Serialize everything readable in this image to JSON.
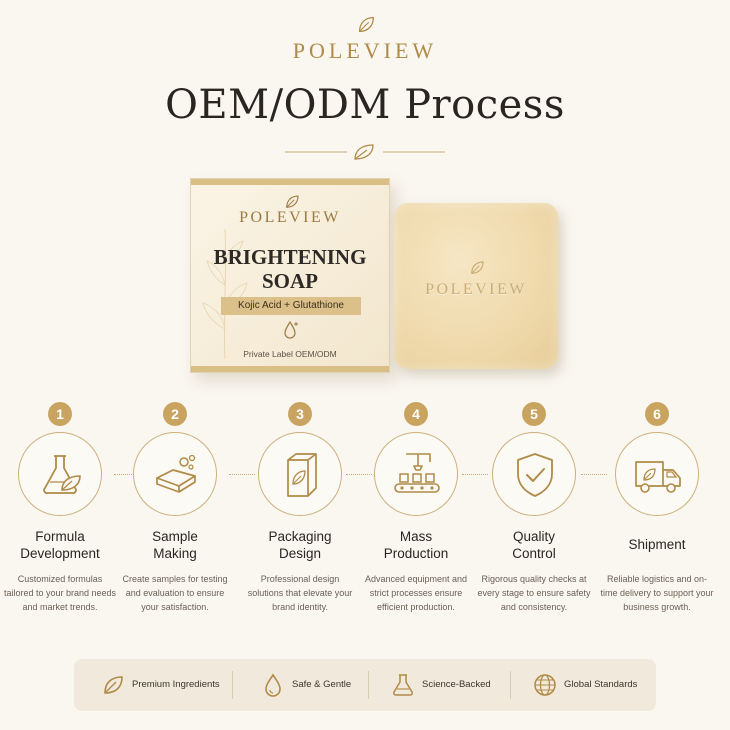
{
  "header": {
    "brand": "POLEVIEW",
    "title": "OEM/ODM Process"
  },
  "product": {
    "box": {
      "brand": "POLEVIEW",
      "name_line1": "BRIGHTENING",
      "name_line2": "SOAP",
      "ingredients": "Kojic Acid + Glutathione",
      "subtitle": "Private Label OEM/ODM"
    },
    "soap": {
      "brand": "POLEVIEW"
    }
  },
  "steps": [
    {
      "number": "1",
      "title_line1": "Formula",
      "title_line2": "Development",
      "icon": "flask-leaf-icon",
      "description": "Customized formulas tailored to your brand needs and market trends."
    },
    {
      "number": "2",
      "title_line1": "Sample",
      "title_line2": "Making",
      "icon": "soap-bubbles-icon",
      "description": "Create samples for testing and evaluation to ensure your satisfaction."
    },
    {
      "number": "3",
      "title_line1": "Packaging",
      "title_line2": "Design",
      "icon": "package-box-icon",
      "description": "Professional design solutions that elevate your brand identity."
    },
    {
      "number": "4",
      "title_line1": "Mass",
      "title_line2": "Production",
      "icon": "conveyor-machine-icon",
      "description": "Advanced equipment and strict processes ensure efficient production."
    },
    {
      "number": "5",
      "title_line1": "Quality",
      "title_line2": "Control",
      "icon": "shield-check-icon",
      "description": "Rigorous quality checks at every stage to ensure safety and consistency."
    },
    {
      "number": "6",
      "title_line1": "Shipment",
      "title_line2": "",
      "icon": "delivery-truck-icon",
      "description": "Reliable logistics and on-time delivery to support your business growth."
    }
  ],
  "badges": [
    {
      "label": "Premium Ingredients",
      "icon": "leaf-icon"
    },
    {
      "label": "Safe & Gentle",
      "icon": "droplet-icon"
    },
    {
      "label": "Science-Backed",
      "icon": "flask-icon"
    },
    {
      "label": "Global Standards",
      "icon": "globe-icon"
    }
  ],
  "colors": {
    "background": "#faf7f1",
    "gold": "#b08a47",
    "accent": "#c9a461",
    "text": "#2b2520"
  }
}
